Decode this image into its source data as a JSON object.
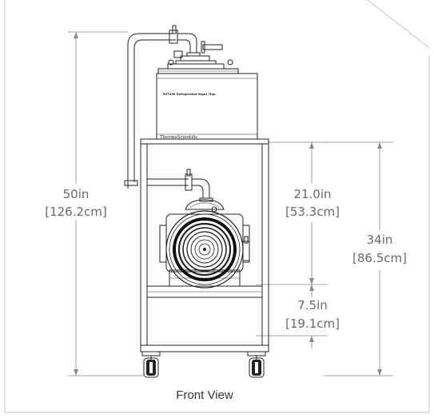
{
  "dimensions": {
    "overall_height": {
      "imperial": "50in",
      "metric": "[126.2cm]"
    },
    "upper_height": {
      "imperial": "21.0in",
      "metric": "[53.3cm]"
    },
    "cart_height": {
      "imperial": "34in",
      "metric": "[86.5cm]"
    },
    "lower_height": {
      "imperial": "7.5in",
      "metric": "[19.1cm]"
    }
  },
  "labels": {
    "trap_label": "RVT400 Refrigerated Vapor Trap",
    "brand": "ThermoScientific"
  },
  "caption": "Front View",
  "colors": {
    "dimension": "#8a8a8a",
    "line": "#222222",
    "frame": "#cfcfcf"
  }
}
